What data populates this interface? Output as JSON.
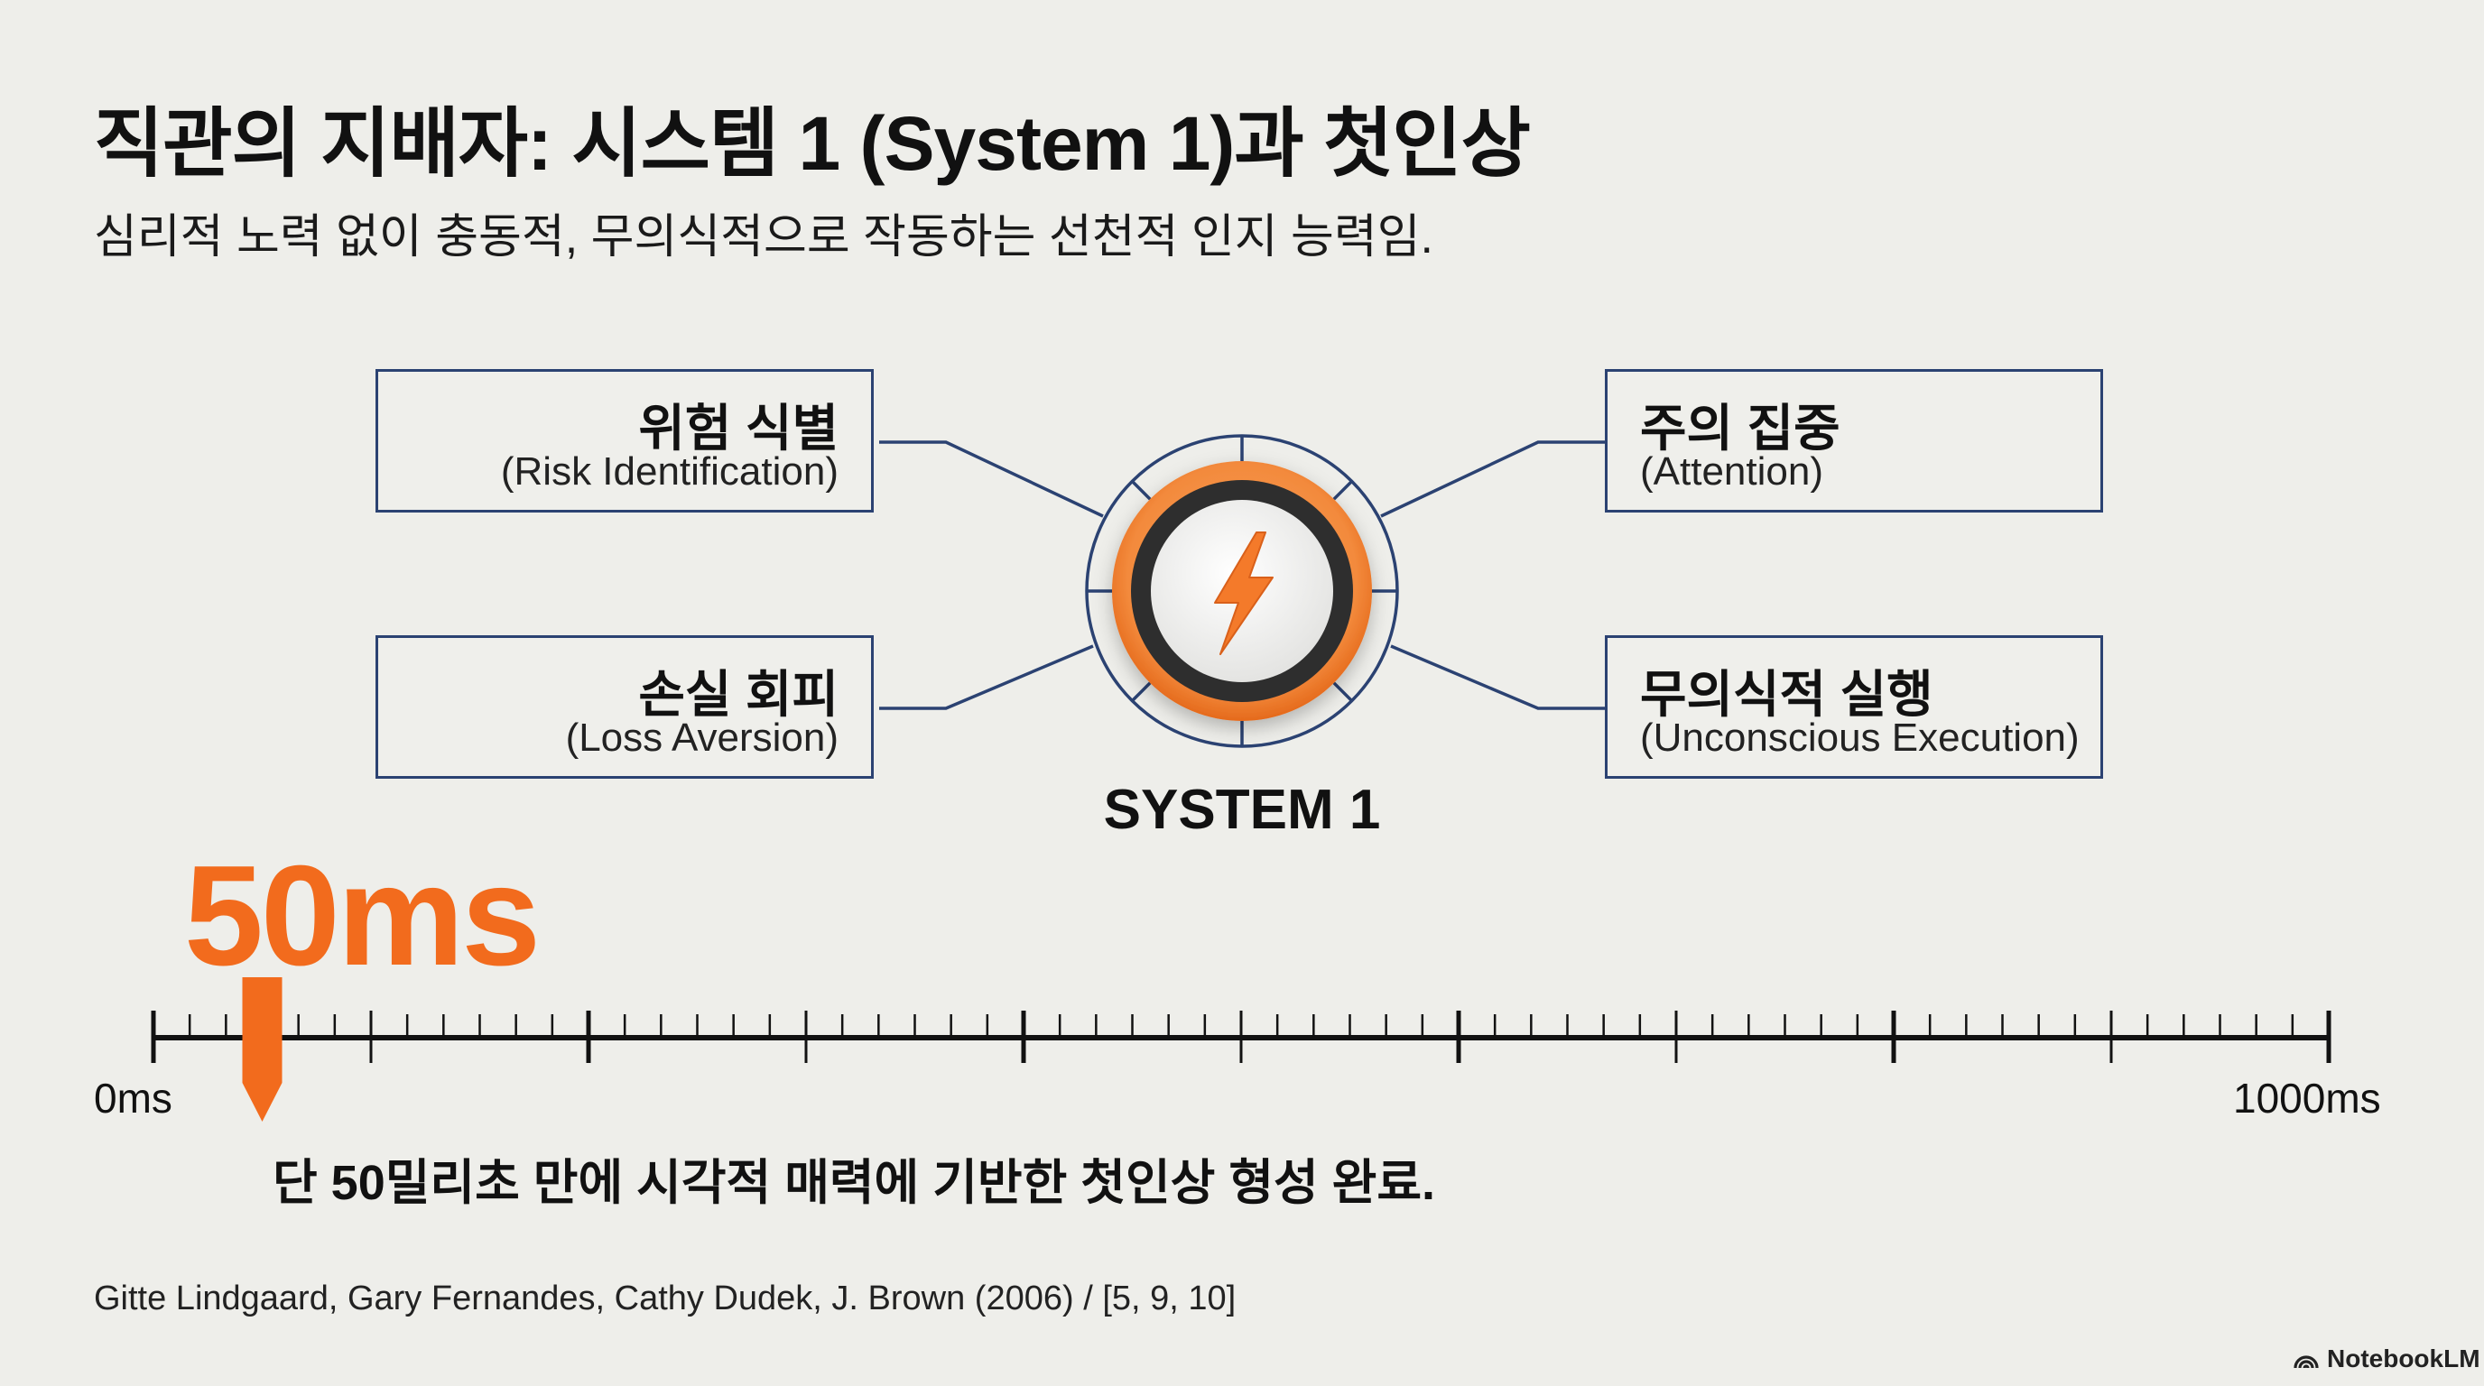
{
  "header": {
    "title": "직관의 지배자: 시스템 1 (System 1)과 첫인상",
    "subtitle": "심리적 노력 없이 충동적, 무의식적으로 작동하는 선천적 인지 능력임."
  },
  "diagram": {
    "center_label": "SYSTEM 1",
    "center_icon": "lightning-bolt-icon",
    "nodes": [
      {
        "title": "위험 식별",
        "subtitle": "(Risk Identification)"
      },
      {
        "title": "손실 회피",
        "subtitle": "(Loss Aversion)"
      },
      {
        "title": "주의 집중",
        "subtitle": "(Attention)"
      },
      {
        "title": "무의식적 실행",
        "subtitle": "(Unconscious Execution)"
      }
    ]
  },
  "timeline": {
    "highlight_label": "50ms",
    "marker_value_ms": 50,
    "range_ms": [
      0,
      1000
    ],
    "start_label": "0ms",
    "end_label": "1000ms",
    "statement": "단 50밀리초 만에 시각적 매력에 기반한 첫인상 형성 완료."
  },
  "footer": {
    "citation": "Gitte Lindgaard, Gary Fernandes, Cathy Dudek, J. Brown (2006) / [5, 9, 10]",
    "brand": "NotebookLM"
  },
  "colors": {
    "accent": "#f26b1d",
    "line": "#2b4272",
    "background": "#eeeeea"
  }
}
